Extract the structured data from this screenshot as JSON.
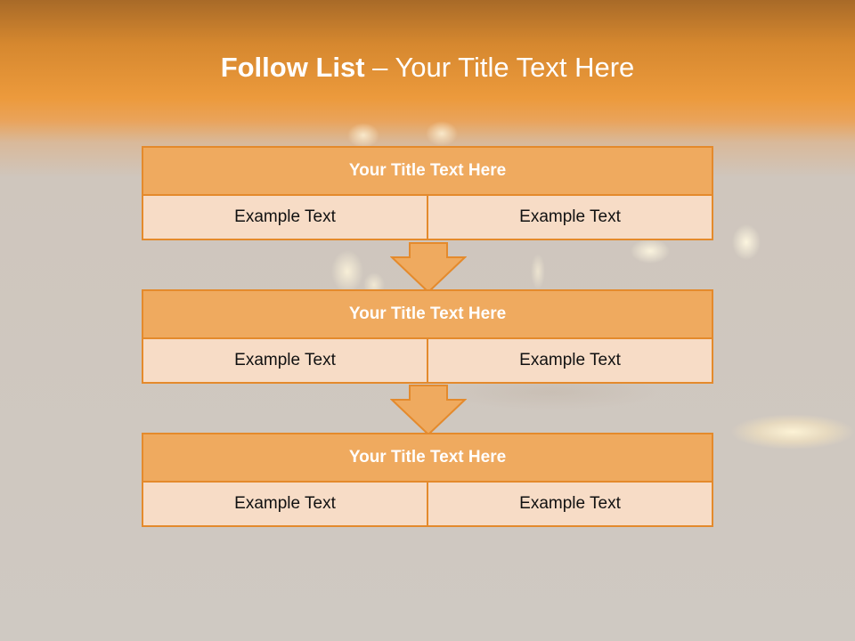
{
  "title": {
    "bold": "Follow List",
    "rest": " – Your Title Text Here"
  },
  "steps": [
    {
      "title": "Your Title Text Here",
      "left": "Example Text",
      "right": "Example Text"
    },
    {
      "title": "Your Title Text Here",
      "left": "Example Text",
      "right": "Example Text"
    },
    {
      "title": "Your Title Text Here",
      "left": "Example Text",
      "right": "Example Text"
    }
  ],
  "colors": {
    "accent": "#e48a2c",
    "header_fill": "#efaa5f",
    "cell_fill": "#f7dcc6",
    "title_text": "#ffffff"
  },
  "icons": {
    "connector": "down-arrow-icon"
  }
}
